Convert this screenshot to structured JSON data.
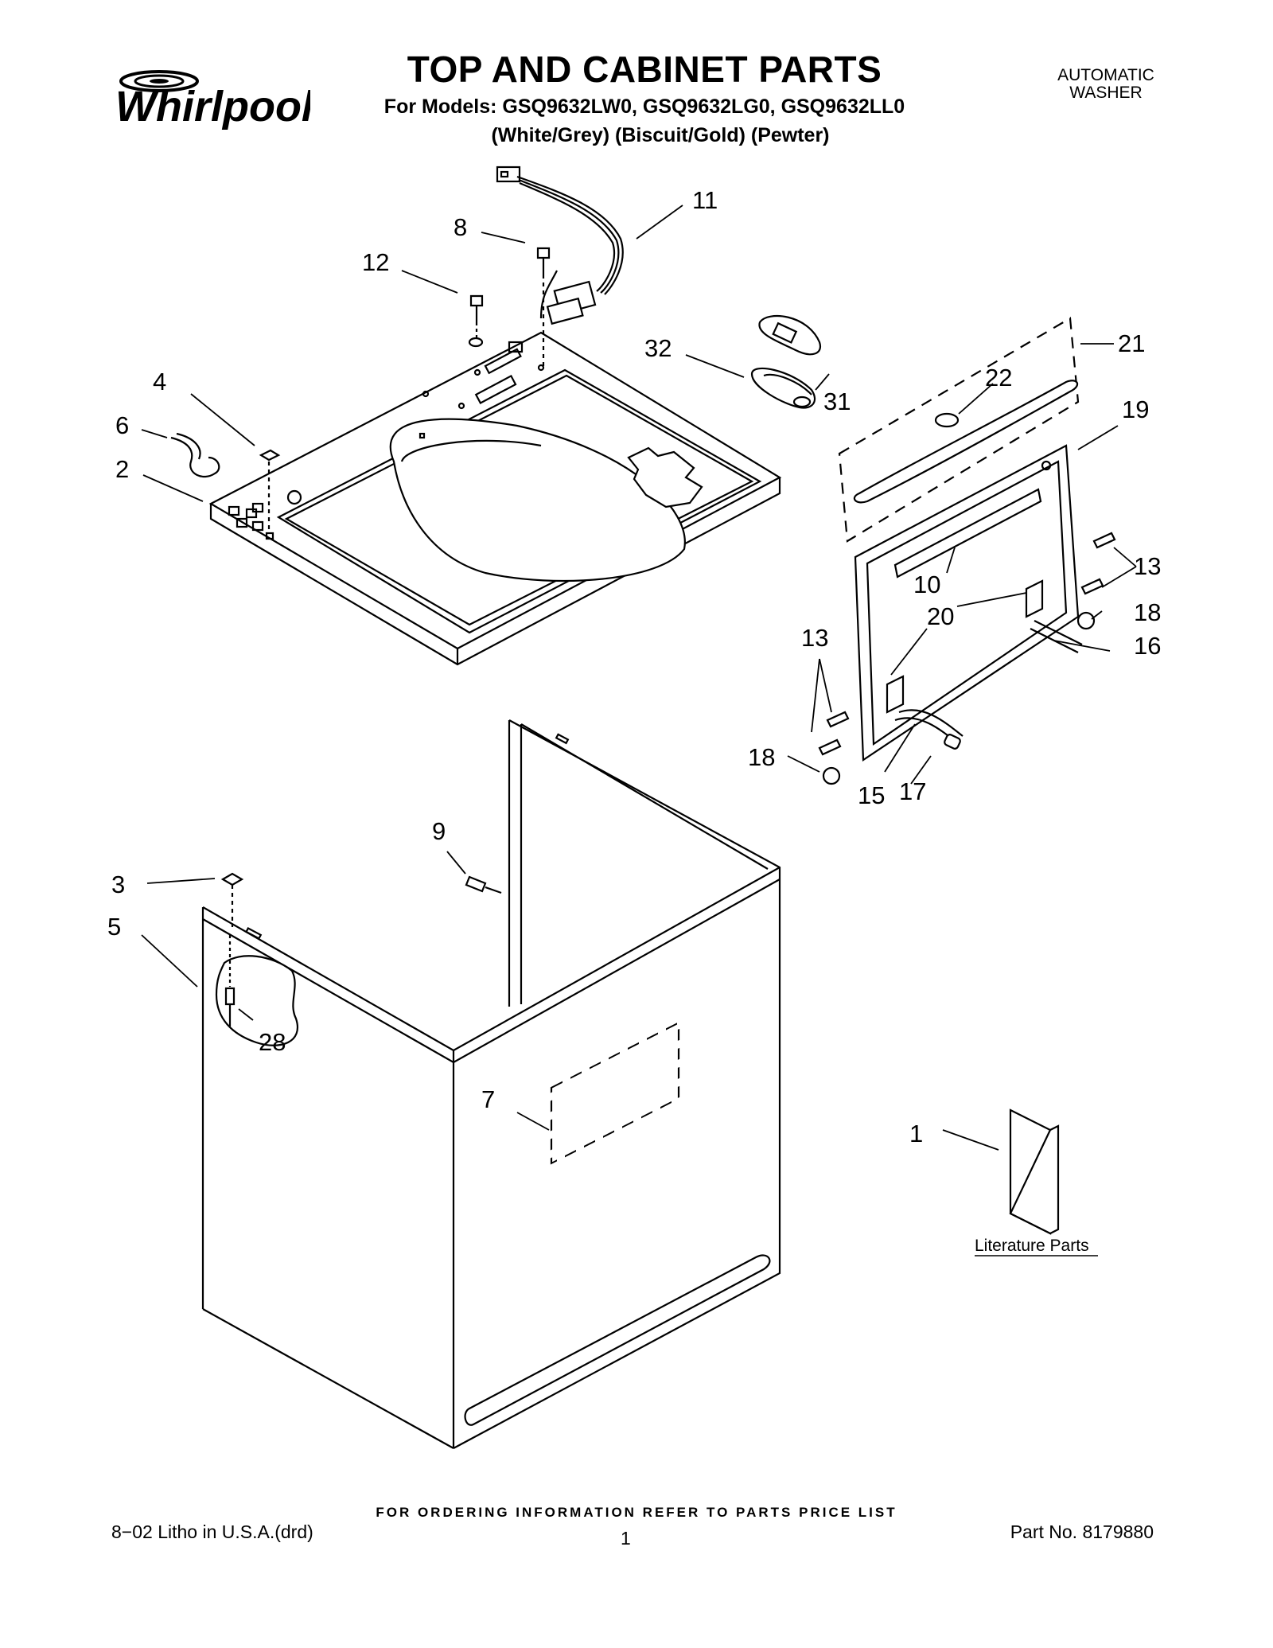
{
  "brand": "Whirlpool",
  "header": {
    "title": "TOP AND CABINET PARTS",
    "models_line": "For Models: GSQ9632LW0, GSQ9632LG0, GSQ9632LL0",
    "colors_line": "(White/Grey)  (Biscuit/Gold)  (Pewter)",
    "product_type": "AUTOMATIC WASHER"
  },
  "diagram": {
    "callouts": [
      "11",
      "8",
      "12",
      "32",
      "31",
      "21",
      "22",
      "4",
      "6",
      "2",
      "19",
      "13",
      "10",
      "20",
      "18",
      "16",
      "13",
      "18",
      "15",
      "17",
      "9",
      "3",
      "5",
      "28",
      "7",
      "1"
    ],
    "literature_label": "Literature Parts"
  },
  "footer": {
    "ordering_info": "FOR ORDERING INFORMATION REFER TO PARTS PRICE LIST",
    "litho": "8−02 Litho in U.S.A.(drd)",
    "page_number": "1",
    "part_number": "Part No. 8179880"
  }
}
